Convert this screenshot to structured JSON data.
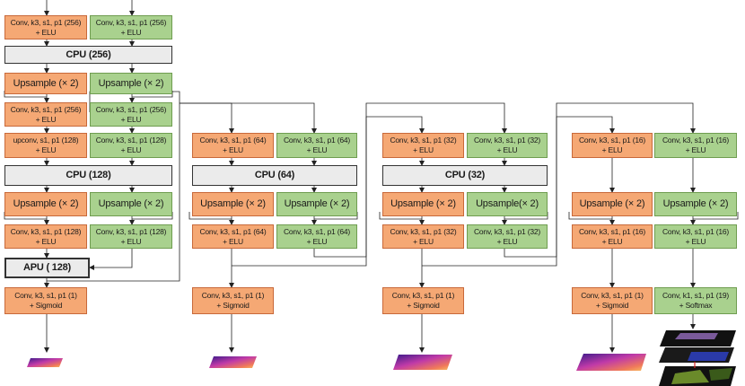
{
  "colors": {
    "orange": "#f5a874",
    "green": "#a9d18e",
    "gray": "#ebebeb",
    "line": "#222222"
  },
  "col1": {
    "conv_256_orange": {
      "l1": "Conv, k3, s1, p1 (256)",
      "l2": "+ ELU"
    },
    "conv_256_green": {
      "l1": "Conv, k3, s1, p1 (256)",
      "l2": "+ ELU"
    },
    "cpu_256": "CPU (256)",
    "up_orange": "Upsample (× 2)",
    "up_green": "Upsample (× 2)",
    "conv2_256_orange": {
      "l1": "Conv, k3, s1, p1 (256)",
      "l2": "+ ELU"
    },
    "conv2_256_green": {
      "l1": "Conv, k3, s1, p1 (256)",
      "l2": "+ ELU"
    },
    "upconv_128_orange": {
      "l1": "upconv, s1, p1 (128)",
      "l2": "+ ELU"
    },
    "conv_128_green": {
      "l1": "Conv, k3, s1, p1 (128)",
      "l2": "+ ELU"
    },
    "cpu_128": "CPU (128)",
    "up2_orange": "Upsample (× 2)",
    "up2_green": "Upsample (× 2)",
    "conv2_128_orange": {
      "l1": "Conv, k3, s1, p1 (128)",
      "l2": "+ ELU"
    },
    "conv2_128_green": {
      "l1": "Conv, k3, s1, p1 (128)",
      "l2": "+ ELU"
    },
    "apu_128": "APU  ( 128)",
    "head": {
      "l1": "Conv, k3, s1, p1 (1)",
      "l2": "+ Sigmoid"
    }
  },
  "col2": {
    "conv_orange": {
      "l1": "Conv, k3, s1, p1 (64)",
      "l2": "+ ELU"
    },
    "conv_green": {
      "l1": "Conv, k3, s1, p1 (64)",
      "l2": "+ ELU"
    },
    "cpu": "CPU (64)",
    "up_orange": "Upsample (× 2)",
    "up_green": "Upsample (× 2)",
    "conv2_orange": {
      "l1": "Conv, k3, s1, p1 (64)",
      "l2": "+ ELU"
    },
    "conv2_green": {
      "l1": "Conv, k3, s1, p1 (64)",
      "l2": "+ ELU"
    },
    "head": {
      "l1": "Conv, k3, s1, p1 (1)",
      "l2": "+ Sigmoid"
    }
  },
  "col3": {
    "conv_orange": {
      "l1": "Conv, k3, s1, p1 (32)",
      "l2": "+ ELU"
    },
    "conv_green": {
      "l1": "Conv, k3, s1, p1 (32)",
      "l2": "+ ELU"
    },
    "cpu": "CPU (32)",
    "up_orange": "Upsample (× 2)",
    "up_green": "Upsample(× 2)",
    "conv2_orange": {
      "l1": "Conv, k3, s1, p1 (32)",
      "l2": "+ ELU"
    },
    "conv2_green": {
      "l1": "Conv, k3, s1, p1 (32)",
      "l2": "+ ELU"
    },
    "head": {
      "l1": "Conv, k3, s1, p1 (1)",
      "l2": "+ Sigmoid"
    }
  },
  "col4": {
    "conv_orange": {
      "l1": "Conv, k3, s1, p1 (16)",
      "l2": "+ ELU"
    },
    "conv_green": {
      "l1": "Conv, k3, s1, p1 (16)",
      "l2": "+ ELU"
    },
    "up_orange": "Upsample (× 2)",
    "up_green": "Upsample (× 2)",
    "conv2_orange": {
      "l1": "Conv, k3, s1, p1 (16)",
      "l2": "+ ELU"
    },
    "conv2_green": {
      "l1": "Conv, k3, s1, p1 (16)",
      "l2": "+ ELU"
    },
    "head_orange": {
      "l1": "Conv, k3, s1, p1 (1)",
      "l2": "+ Sigmoid"
    },
    "head_green": {
      "l1": "Conv, k1, s1, p1  (19)",
      "l2": "+ Softmax"
    }
  }
}
